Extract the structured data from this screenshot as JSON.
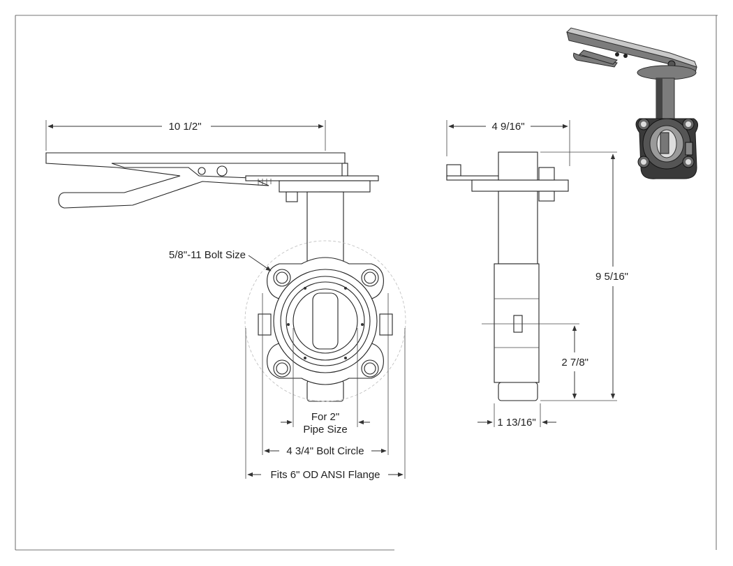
{
  "drawing": {
    "dimensions": {
      "handle_length": "10 1/2\"",
      "top_width": "4 9/16\"",
      "overall_height": "9 5/16\"",
      "center_height": "2 7/8\"",
      "body_width": "1 13/16\"",
      "bolt_size": "5/8\"-11 Bolt Size",
      "pipe_size_line1": "For 2\"",
      "pipe_size_line2": "Pipe Size",
      "bolt_circle": "4 3/4\" Bolt Circle",
      "flange_fit": "Fits 6\" OD ANSI Flange"
    },
    "colors": {
      "line": "#333333",
      "dark_part": "#3a3a3a",
      "mid_part": "#7c7c7c",
      "light_part": "#c9c9c9"
    }
  }
}
